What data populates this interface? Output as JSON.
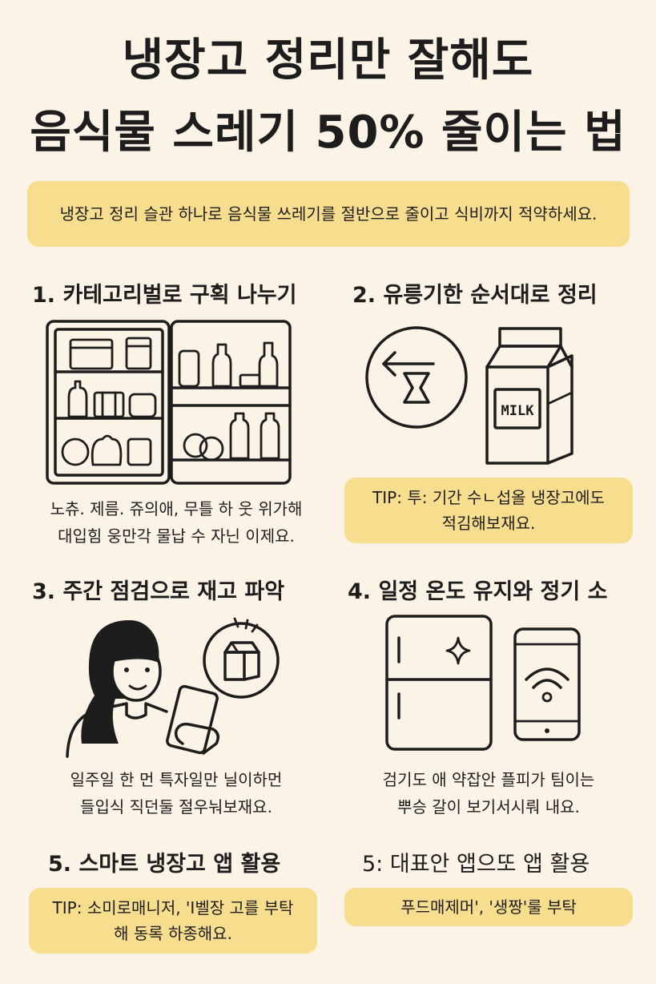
{
  "title": {
    "line1": "냉장고 정리만 잘해도",
    "line2": "음식물 스레기 50% 줄이는 법"
  },
  "intro": "냉장고 정리 슬관 하나로 음식물 쓰레기를 절반으로 줄이고 식비까지 적약하세요.",
  "sections": [
    {
      "heading": "1. 카테고리벌로 구획 나누기",
      "caption_line1": "노츄. 제름. 쥬의애, 무틀 하 웃 위가해",
      "caption_line2": "대입힘 웅만각 물납 수 자닌 이제요."
    },
    {
      "heading": "2. 유릉기한 순서대로 정리",
      "tip_line1": "TIP: 투: 기간 수ㄴ섭올 냉장고에도",
      "tip_line2": "적김해보재요.",
      "carton_label": "MILK"
    },
    {
      "heading": "3. 주간 점검으로 재고 파악",
      "caption_line1": "일주일 한 먼 특자일만 닐이하먼",
      "caption_line2": "들입식 직던둘 절우눠보재요."
    },
    {
      "heading": "4. 일정 온도 유지와 정기 소",
      "caption_line1": "검기도 애 약잡안 플피가 팀이는",
      "caption_line2": "뿌승 갈이 보기서시뤄 내요."
    },
    {
      "heading": "5. 스마트 냉장고 앱 활용",
      "tip_line1": "TIP: 소미로매니저, 'I벨장 고를 부탁",
      "tip_line2": "해 동록 하종해요."
    },
    {
      "heading": "5: 대표안 앱으또 앱 활용",
      "tip_line1": "푸드매제머', '생짱'룰 부탁"
    }
  ],
  "colors": {
    "background": "#fbf3e6",
    "banner": "#f7dd8e",
    "ink": "#1d1d1d"
  },
  "icons": [
    "fridge-shelves-icon",
    "arrow-left-clock-icon",
    "milk-carton-icon",
    "woman-with-tablet-icon",
    "food-box-circle-icon",
    "fridge-sparkle-icon",
    "smartphone-wifi-icon"
  ]
}
